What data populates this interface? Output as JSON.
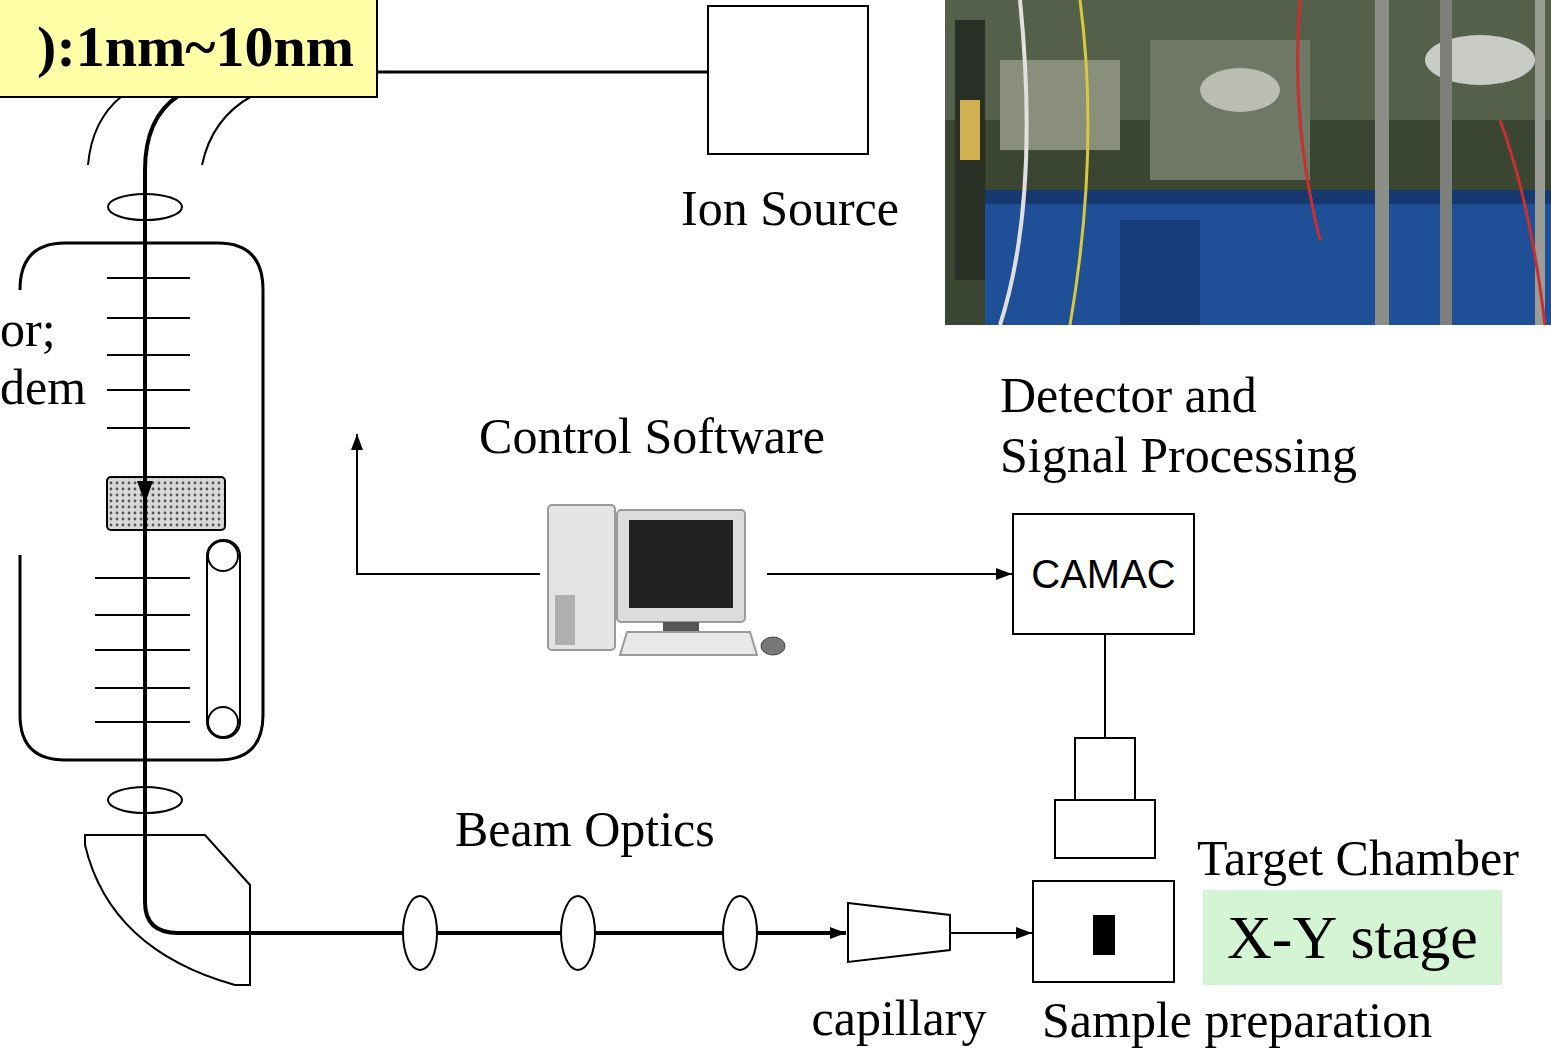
{
  "diagram": {
    "nodes": [
      {
        "text": [
          "):1nm~10nm"
        ]
      },
      {
        "text": [
          "Ion Source"
        ]
      },
      {
        "text": [
          "Control Software"
        ]
      },
      {
        "text": [
          "Detector and Signal Processing",
          "CAMAC"
        ]
      },
      {
        "text": [
          "capillary"
        ]
      },
      {
        "text": [
          "Target Chamber",
          "Sample preparation"
        ]
      },
      {
        "text": [
          "X-Y stage"
        ]
      }
    ],
    "edges": [
      {
        "from": 0,
        "to": 1,
        "arrow": "none"
      },
      {
        "from": 2,
        "to": 3,
        "arrow": "to"
      },
      {
        "from": 4,
        "to": 5,
        "arrow": "to"
      }
    ],
    "labels": [
      "or;",
      "dem",
      "Beam Optics"
    ]
  }
}
